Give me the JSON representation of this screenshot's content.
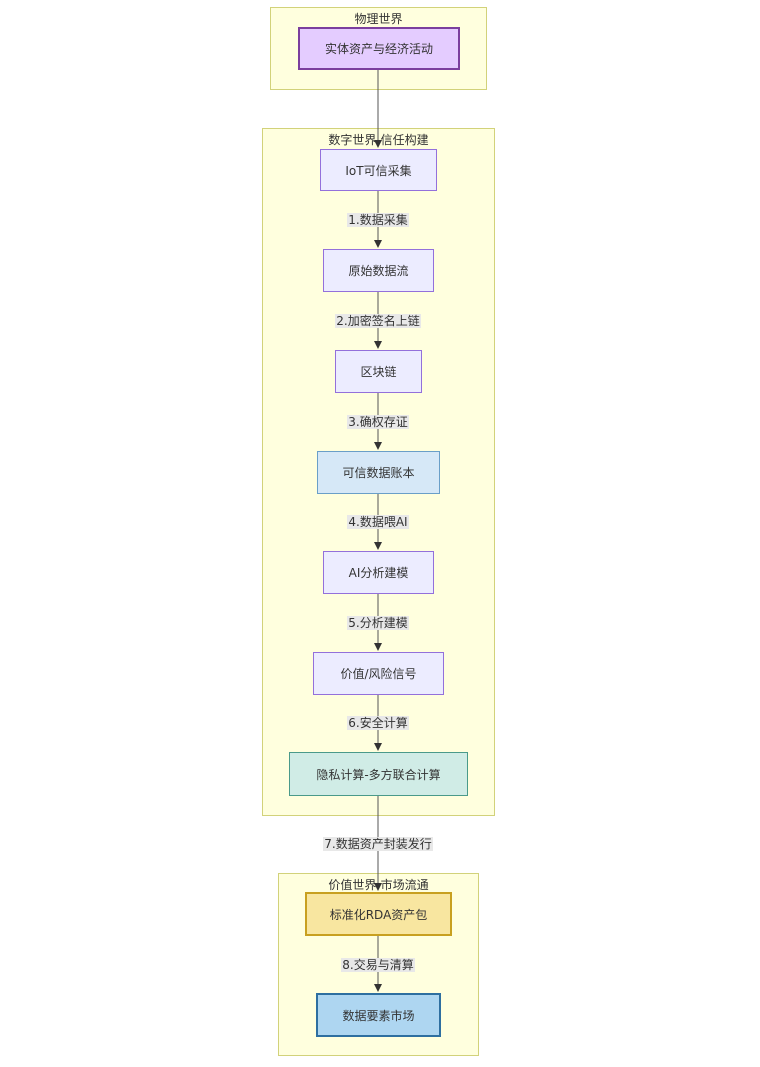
{
  "clusters": {
    "physical": "物理世界",
    "digital": "数字世界-信任构建",
    "value": "价值世界-市场流通"
  },
  "nodes": {
    "asset": "实体资产与经济活动",
    "iot": "IoT可信采集",
    "raw": "原始数据流",
    "chain": "区块链",
    "ledger": "可信数据账本",
    "ai": "AI分析建模",
    "signal": "价值/风险信号",
    "privacy": "隐私计算-多方联合计算",
    "rda": "标准化RDA资产包",
    "market": "数据要素市场"
  },
  "edges": [
    "1.数据采集",
    "2.加密签名上链",
    "3.确权存证",
    "4.数据喂AI",
    "5.分析建模",
    "6.安全计算",
    "7.数据资产封装发行",
    "8.交易与清算"
  ],
  "colors": {
    "default_fill": "#ececff",
    "default_stroke": "#9370db",
    "asset_fill": "#e4ccff",
    "ledger_fill": "#d6e8f7",
    "privacy_fill": "#d0ece6",
    "rda_fill": "#f8e6a0",
    "market_fill": "#aed6f1"
  }
}
